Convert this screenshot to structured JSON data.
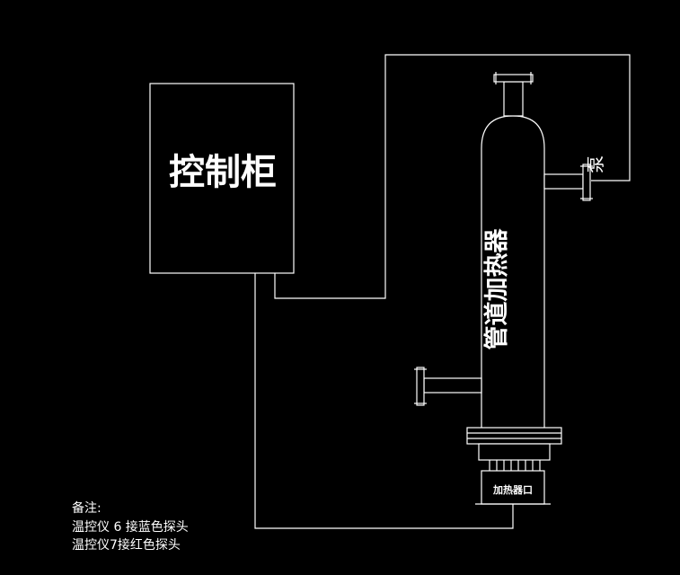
{
  "control_cabinet": {
    "label": "控制柜"
  },
  "pump": {
    "label": "泵"
  },
  "heater": {
    "label": "管道加热器"
  },
  "terminal_box": {
    "label": "加热器口"
  },
  "notes": {
    "title": "备注:",
    "line1": "温控仪 6 接蓝色探头",
    "line2": "温控仪7接红色探头"
  },
  "colors": {
    "background": "#000000",
    "lines": "#ffffff"
  }
}
